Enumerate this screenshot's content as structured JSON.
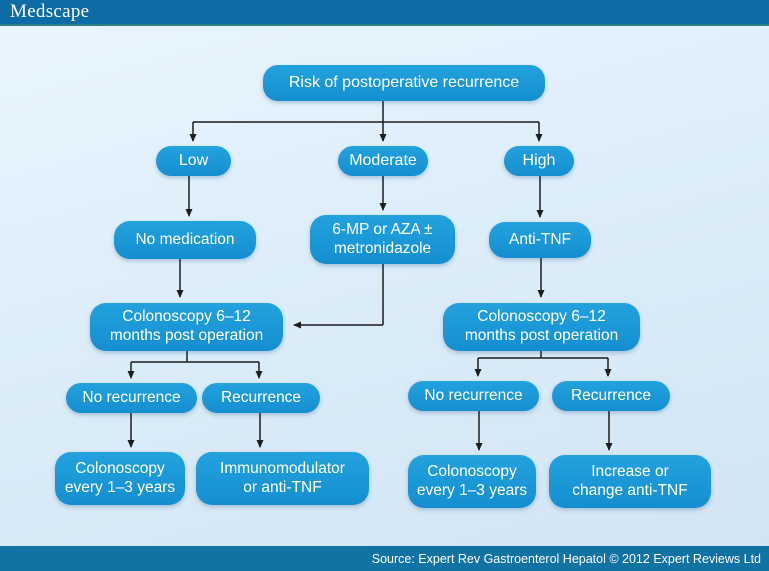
{
  "header": {
    "brand": "Medscape"
  },
  "footer": {
    "source": "Source: Expert Rev Gastroenterol Hepatol © 2012 Expert Reviews Ltd"
  },
  "colors": {
    "top_bar": "#0d6ba6",
    "top_bar_edge": "#2b7f85",
    "bottom_bar": "#1172a4",
    "node_fill": "#1e9ad8",
    "node_text": "#ffffff",
    "connector": "#1d1d1d",
    "background": "#ddeefa"
  },
  "nodes": {
    "title": "Risk of postoperative recurrence",
    "low": "Low",
    "moderate": "Moderate",
    "high": "High",
    "no_medication": "No medication",
    "six_mp": "6-MP or AZA ±\nmetronidazole",
    "anti_tnf": "Anti-TNF",
    "colonoscopy612_left": "Colonoscopy 6–12\nmonths post operation",
    "colonoscopy612_right": "Colonoscopy 6–12\nmonths post operation",
    "no_recurrence_left": "No recurrence",
    "recurrence_left": "Recurrence",
    "no_recurrence_right": "No recurrence",
    "recurrence_right": "Recurrence",
    "colonoscopy13_left": "Colonoscopy\nevery 1–3 years",
    "immunomodulator": "Immunomodulator\nor anti-TNF",
    "colonoscopy13_right": "Colonoscopy\nevery 1–3 years",
    "increase_anti_tnf": "Increase or\nchange anti-TNF"
  },
  "edges": [
    {
      "from": "title",
      "to": "low"
    },
    {
      "from": "title",
      "to": "moderate"
    },
    {
      "from": "title",
      "to": "high"
    },
    {
      "from": "low",
      "to": "no_medication"
    },
    {
      "from": "moderate",
      "to": "six_mp"
    },
    {
      "from": "high",
      "to": "anti_tnf"
    },
    {
      "from": "no_medication",
      "to": "colonoscopy612_left"
    },
    {
      "from": "six_mp",
      "to": "colonoscopy612_left"
    },
    {
      "from": "anti_tnf",
      "to": "colonoscopy612_right"
    },
    {
      "from": "colonoscopy612_left",
      "to": "no_recurrence_left"
    },
    {
      "from": "colonoscopy612_left",
      "to": "recurrence_left"
    },
    {
      "from": "colonoscopy612_right",
      "to": "no_recurrence_right"
    },
    {
      "from": "colonoscopy612_right",
      "to": "recurrence_right"
    },
    {
      "from": "no_recurrence_left",
      "to": "colonoscopy13_left"
    },
    {
      "from": "recurrence_left",
      "to": "immunomodulator"
    },
    {
      "from": "no_recurrence_right",
      "to": "colonoscopy13_right"
    },
    {
      "from": "recurrence_right",
      "to": "increase_anti_tnf"
    }
  ]
}
